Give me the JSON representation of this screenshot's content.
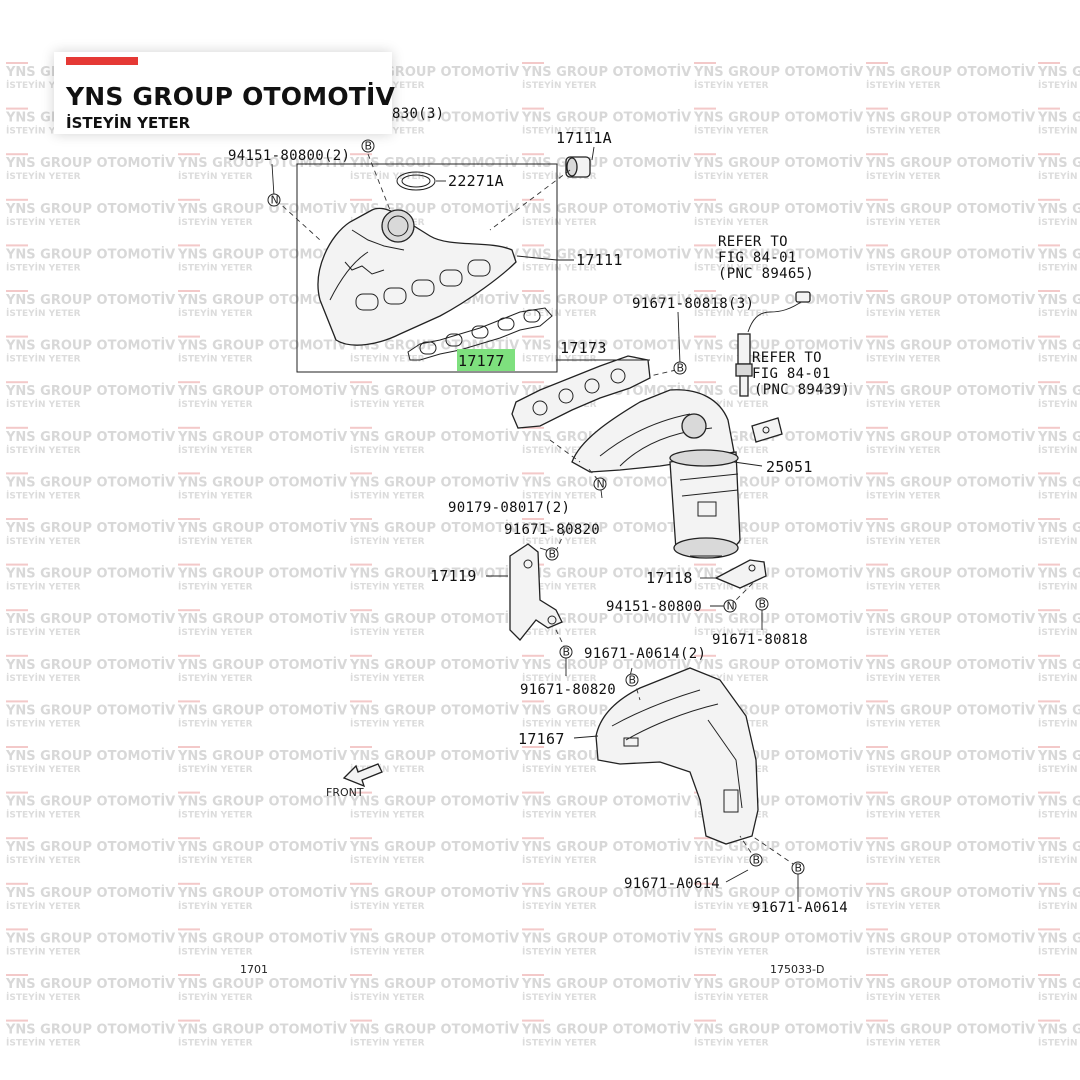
{
  "brand": {
    "title": "YNS GROUP OTOMOTİV",
    "subtitle": "İSTEYİN YETER",
    "accent_color": "#e53935"
  },
  "watermark": {
    "title": "YNS GROUP OTOMOTİV",
    "subtitle": "İSTEYİN YETER"
  },
  "highlight_color": "#7ee07e",
  "labels": {
    "p830": "830(3)",
    "p94151_top": "94151-80800(2)",
    "p17111A": "17111A",
    "p22271A": "22271A",
    "p17111": "17111",
    "p17177": "17177",
    "p17173": "17173",
    "p91671_80818_3": "91671-80818(3)",
    "refer1": [
      "REFER TO",
      "FIG 84-01",
      "(PNC 89465)"
    ],
    "refer2": [
      "REFER TO",
      "FIG 84-01",
      "(PNC 89439)"
    ],
    "p25051": "25051",
    "p90179": "90179-08017(2)",
    "p91671_80820_a": "91671-80820",
    "p17119": "17119",
    "p17118": "17118",
    "p94151_mid": "94151-80800",
    "p91671_80818": "91671-80818",
    "p91671_A0614_2": "91671-A0614(2)",
    "p91671_80820_b": "91671-80820",
    "p17167": "17167",
    "p91671_A0614_a": "91671-A0614",
    "p91671_A0614_b": "91671-A0614",
    "front": "FRONT",
    "fig_left": "1701",
    "fig_right": "175033-D"
  },
  "markers": {
    "bolt": "B",
    "nut": "N"
  }
}
